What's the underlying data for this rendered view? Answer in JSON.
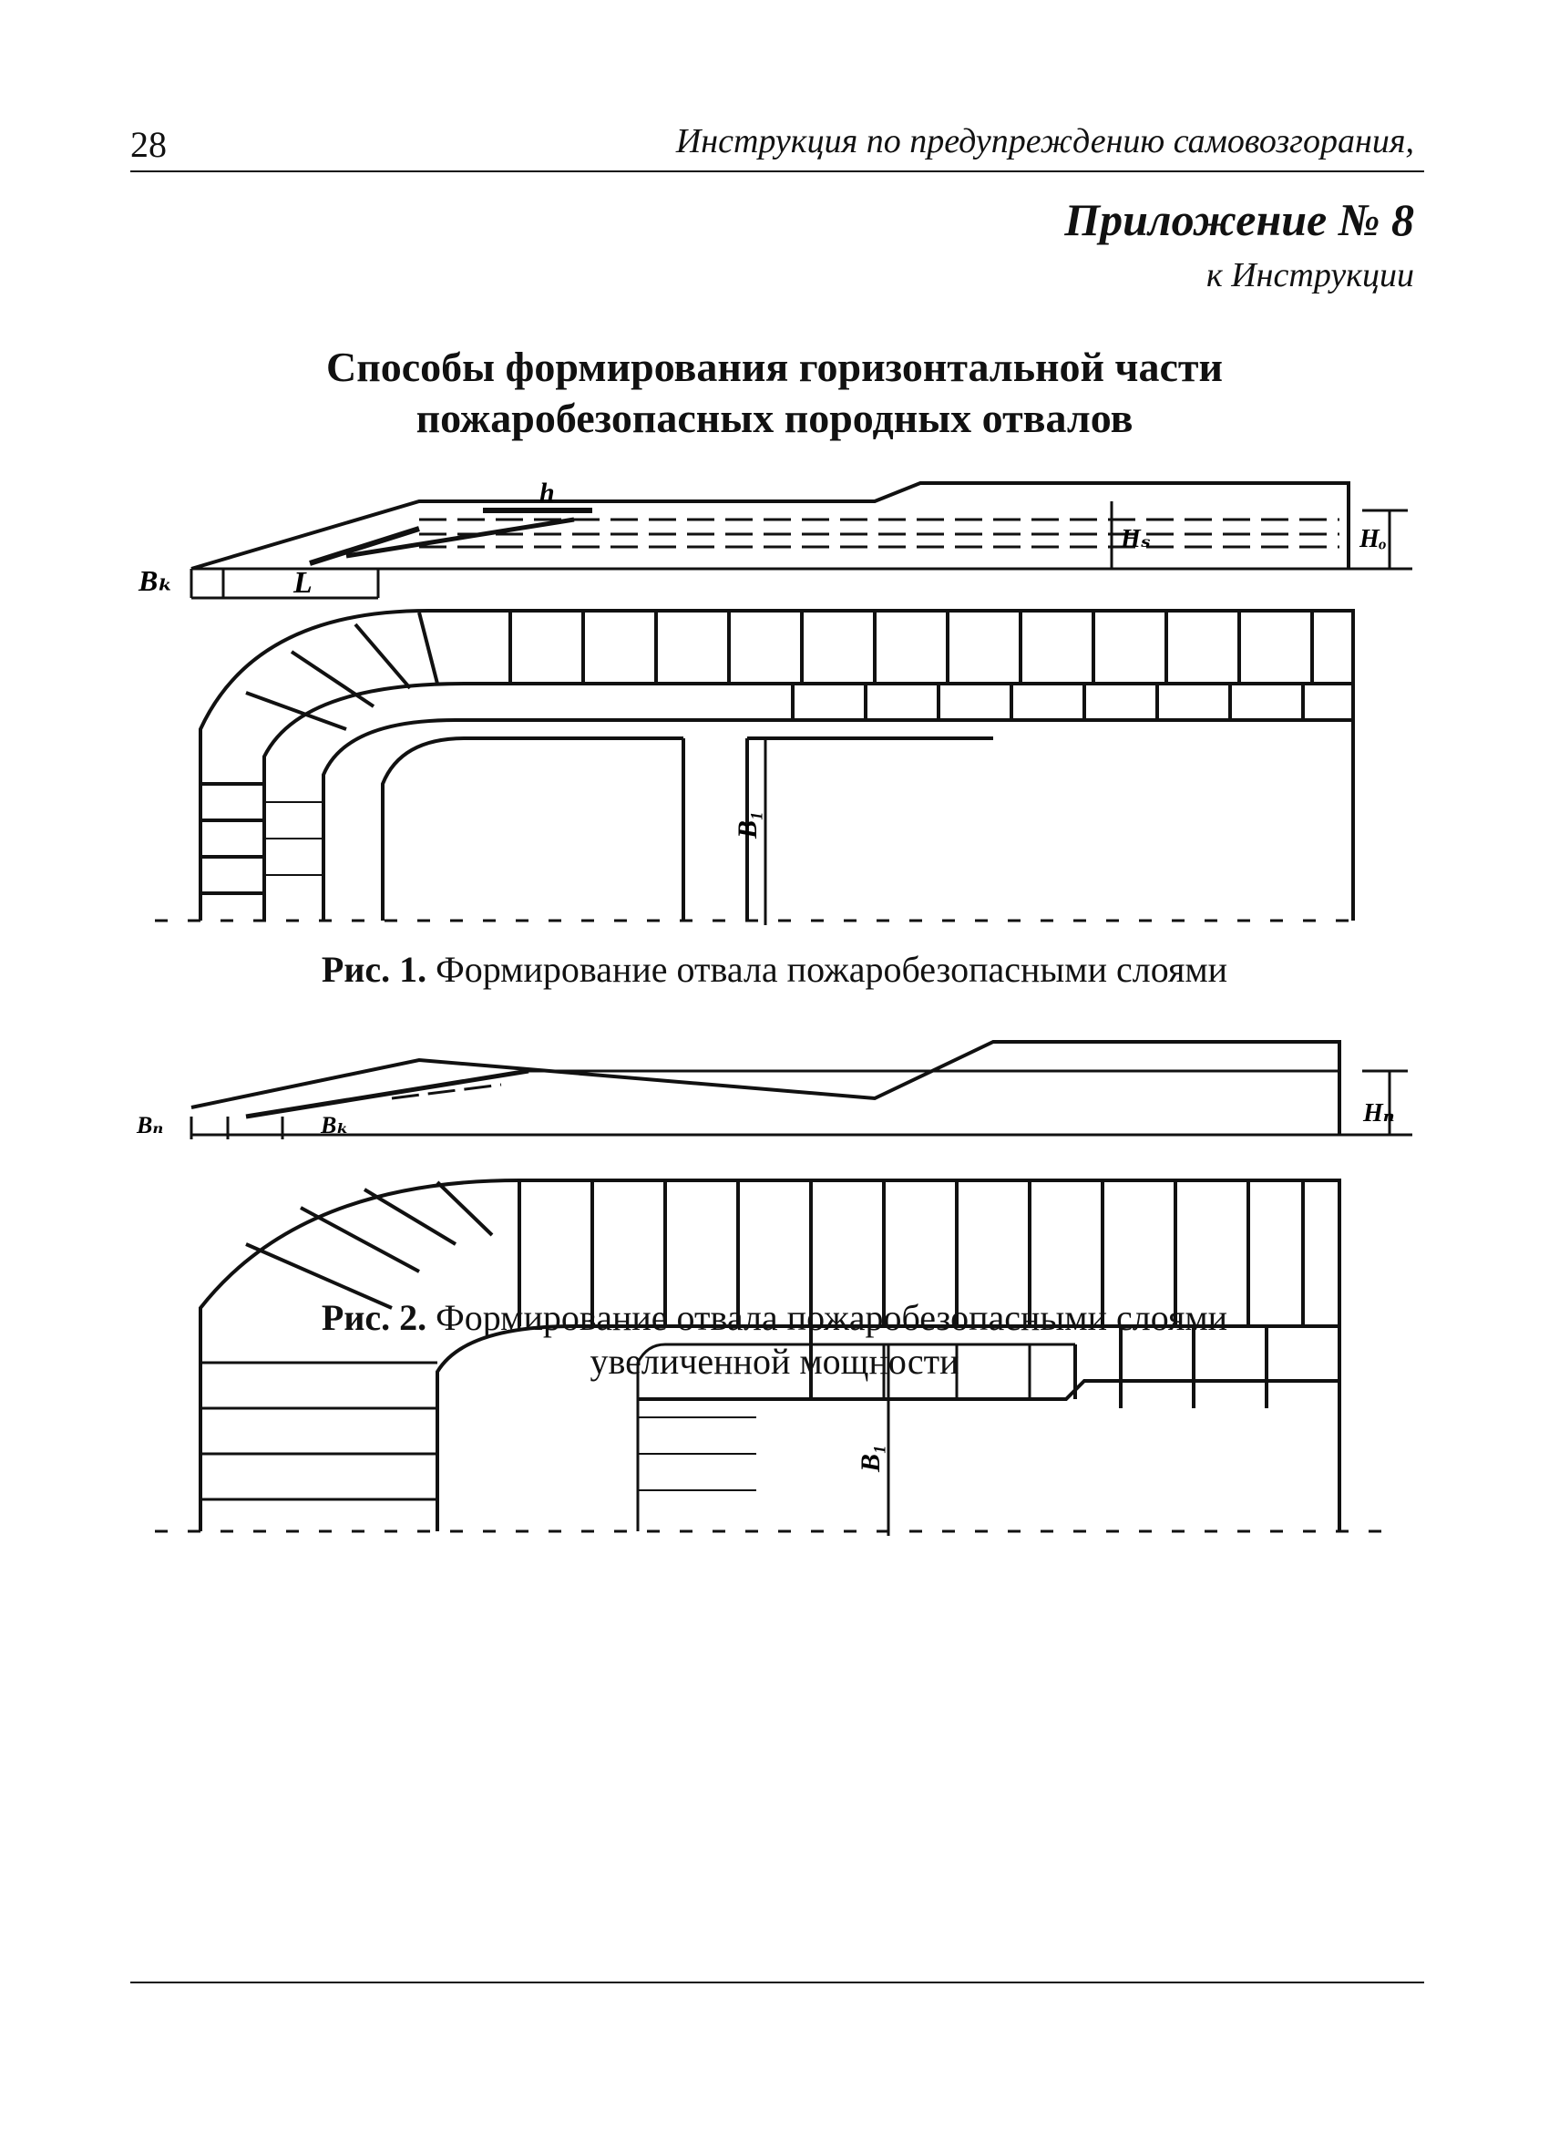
{
  "header": {
    "page_number": "28",
    "running_title": "Инструкция по предупреждению самовозгорания,"
  },
  "appendix": {
    "title": "Приложение № 8",
    "subtitle": "к Инструкции"
  },
  "document": {
    "title_line1": "Способы формирования горизонтальной части",
    "title_line2": "пожаробезопасных породных отвалов"
  },
  "figure1": {
    "caption_label": "Рис. 1.",
    "caption_text": "Формирование отвала пожаробезопасными слоями",
    "labels": {
      "bk": "Bₖ",
      "l": "L",
      "h": "h",
      "hc": "Hₛ",
      "ho": "Hₒ",
      "b1": "B₁"
    }
  },
  "figure2": {
    "caption_label": "Рис. 2.",
    "caption_text_line1": "Формирование отвала пожаробезопасными слоями",
    "caption_text_line2": "увеличенной мощности",
    "labels": {
      "bn": "Bₙ",
      "bk": "Bₖ",
      "hn": "Hₙ",
      "b1": "B₁"
    }
  }
}
